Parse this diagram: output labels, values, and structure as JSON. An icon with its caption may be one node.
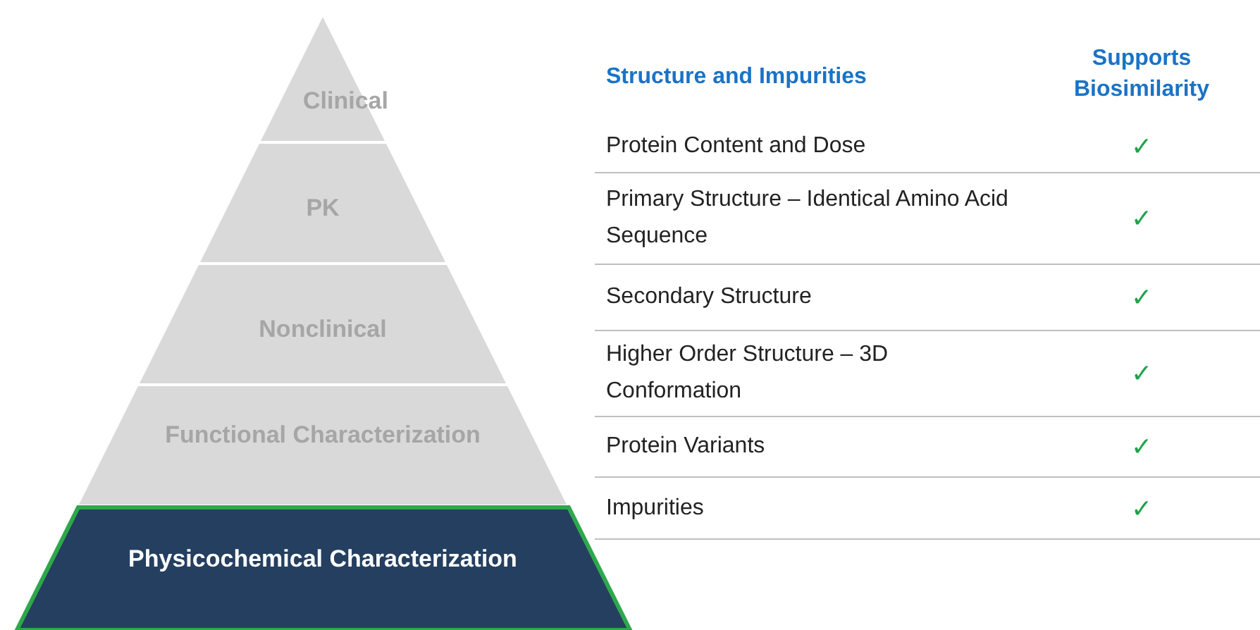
{
  "diagram": {
    "nodes": [
      {
        "text": [
          "Clinical"
        ]
      },
      {
        "text": [
          "PK"
        ]
      },
      {
        "text": [
          "Nonclinical"
        ]
      },
      {
        "text": [
          "Functional Characterization"
        ]
      },
      {
        "text": [
          "Physicochemical Characterization"
        ]
      }
    ],
    "labels": [
      "Structure and Impurities",
      "Supports Biosimilarity",
      "Protein Content and Dose",
      "✓",
      "Primary Structure – Identical Amino Acid Sequence",
      "✓",
      "Secondary Structure",
      "✓",
      "Higher Order Structure – 3D Conformation",
      "✓",
      "Protein Variants",
      "✓",
      "Impurities",
      "✓"
    ]
  }
}
